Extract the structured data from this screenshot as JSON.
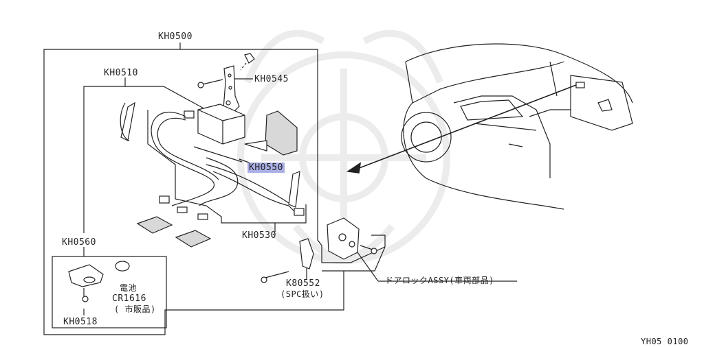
{
  "colors": {
    "line": "#222222",
    "highlight": "#aab0e6",
    "watermark": "#ececec",
    "fill_dots": "#d8d8d8"
  },
  "parts": {
    "kh0500": "KH0500",
    "kh0510": "KH0510",
    "kh0545": "KH0545",
    "kh0550": "KH0550",
    "kh0530": "KH0530",
    "kh0560": "KH0560",
    "kh0518": "KH0518",
    "k80552": "K80552",
    "k80552_note": "(SPC扱い)",
    "door_lock": "ドアロックASSY(車両部品)",
    "battery": "電池",
    "battery_model": "CR1616",
    "battery_note": "( 市販品)"
  },
  "footer": {
    "code": "YH05 0100"
  },
  "icons": [
    "samurai-helmet-watermark",
    "car-outline",
    "key-fob",
    "door-lock-assembly"
  ]
}
